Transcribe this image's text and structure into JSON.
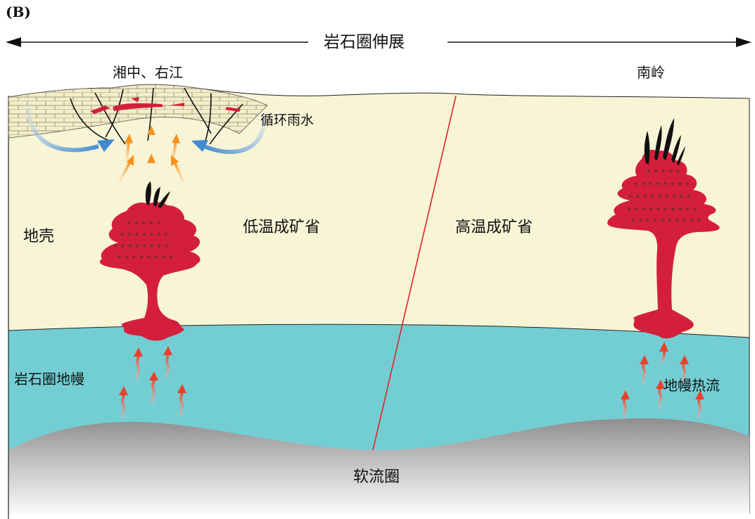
{
  "panel_label": "(B)",
  "top_arrow_label": "岩石圈伸展",
  "labels": {
    "region_left": "湘中、右江",
    "region_right": "南岭",
    "rainwater": "循环雨水",
    "crust": "地壳",
    "low_temp_province": "低温成矿省",
    "high_temp_province": "高温成矿省",
    "lithospheric_mantle": "岩石圈地幔",
    "mantle_heat_flow": "地幔热流",
    "asthenosphere": "软流圈"
  },
  "colors": {
    "crust": "#f8f4d6",
    "mantle": "#73ced4",
    "asthenosphere": "#9a9a9a",
    "granite": "#d41f3c",
    "boundary_line": "#e0232b",
    "rain_arrow": "#4a90d0",
    "heat_arrow_orange": "#f7a03a",
    "heat_arrow_red": "#e94b35"
  }
}
